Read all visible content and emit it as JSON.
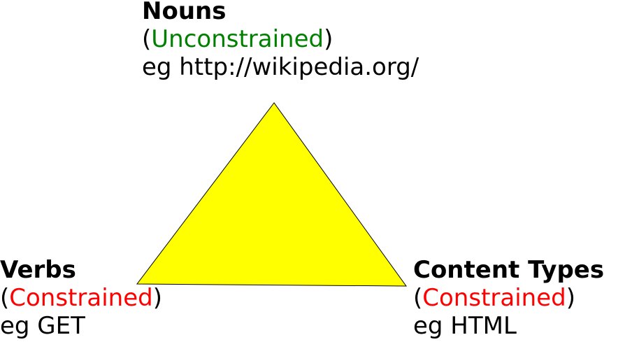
{
  "nouns": {
    "title": "Nouns",
    "open_paren": "(",
    "constraint": "Unconstrained",
    "close_paren": ")",
    "example": "eg http://wikipedia.org/"
  },
  "verbs": {
    "title": "Verbs",
    "open_paren": "(",
    "constraint": "Constrained",
    "close_paren": ")",
    "example": "eg GET"
  },
  "content_types": {
    "title": "Content Types",
    "open_paren": "(",
    "constraint": "Constrained",
    "close_paren": ")",
    "example": "eg HTML"
  },
  "colors": {
    "triangle_fill": "#ffff00",
    "triangle_stroke": "#000000",
    "unconstrained": "#008000",
    "constrained": "#ff0000"
  }
}
